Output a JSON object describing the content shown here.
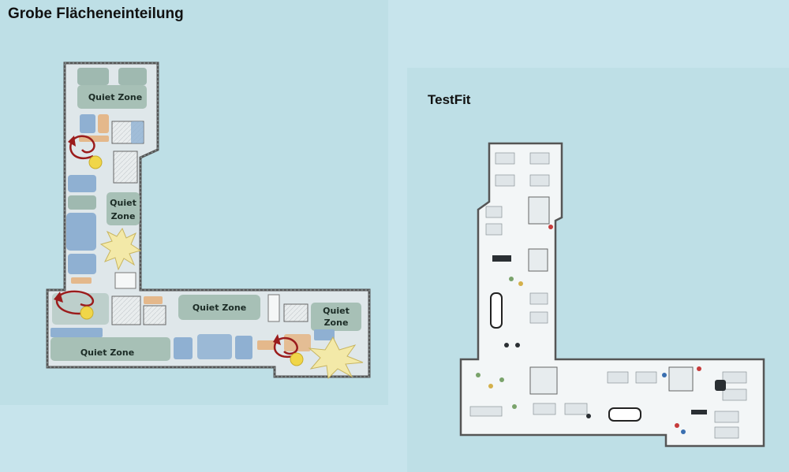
{
  "left_panel": {
    "title": "Grobe Flächeneinteilung",
    "zone_labels": [
      "Quiet Zone",
      "Quiet",
      "Zone",
      "Quiet Zone",
      "Quiet",
      "Zone",
      "Quiet Zone"
    ]
  },
  "right_panel": {
    "title": "TestFit"
  },
  "colors": {
    "background": "#c7e4ec",
    "panel": "#bedfe6",
    "quiet_zone": "#9fb9b0",
    "work_zone": "#8fb0d2",
    "collab_zone": "#e4b88b",
    "arrow": "#9b1c1c",
    "lightbulb": "#f0d648",
    "burst": "#f3e9a8"
  }
}
